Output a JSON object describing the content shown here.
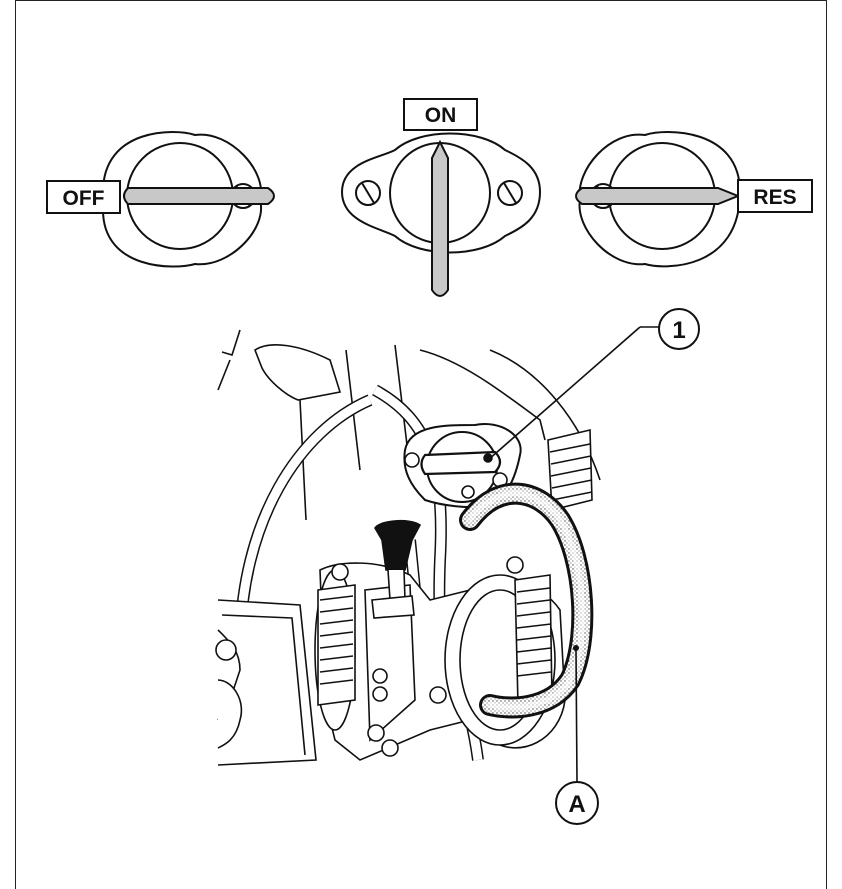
{
  "valve_positions": [
    {
      "label": "OFF"
    },
    {
      "label": "ON"
    },
    {
      "label": "RES"
    }
  ],
  "callouts": {
    "part_1": "1",
    "part_a": "A"
  },
  "colors": {
    "line": "#111111",
    "lever": "#c8c8c8",
    "paper": "#ffffff"
  }
}
